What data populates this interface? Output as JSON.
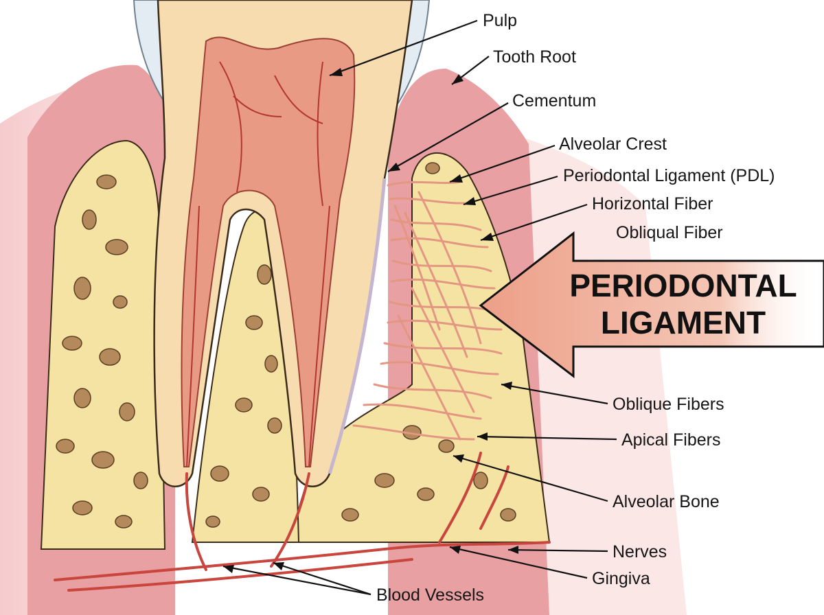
{
  "title": {
    "line1": "PERIODONTAL",
    "line2": "LIGAMENT"
  },
  "labels": {
    "pulp": "Pulp",
    "tooth_root": "Tooth Root",
    "cementum": "Cementum",
    "alveolar_crest": "Alveolar Crest",
    "pdl": "Periodontal Ligament (PDL)",
    "horizontal_fiber": "Horizontal Fiber",
    "obliqual_fiber": "Obliqual Fiber",
    "oblique_fibers": "Oblique Fibers",
    "apical_fibers": "Apical Fibers",
    "alveolar_bone": "Alveolar Bone",
    "nerves": "Nerves",
    "gingiva": "Gingiva",
    "blood_vessels": "Blood Vessels"
  },
  "colors": {
    "enamel": "#e4ecf3",
    "gum": "#e79595",
    "gum_dark": "#d9727b",
    "dentin": "#f6dcae",
    "pulp": "#e99a84",
    "bone": "#f4e3a2",
    "bone_pore": "#b48a5c",
    "fiber": "#e79a86",
    "vessel": "#c9463e",
    "arrow": "#ec9f88",
    "ink": "#111111"
  }
}
